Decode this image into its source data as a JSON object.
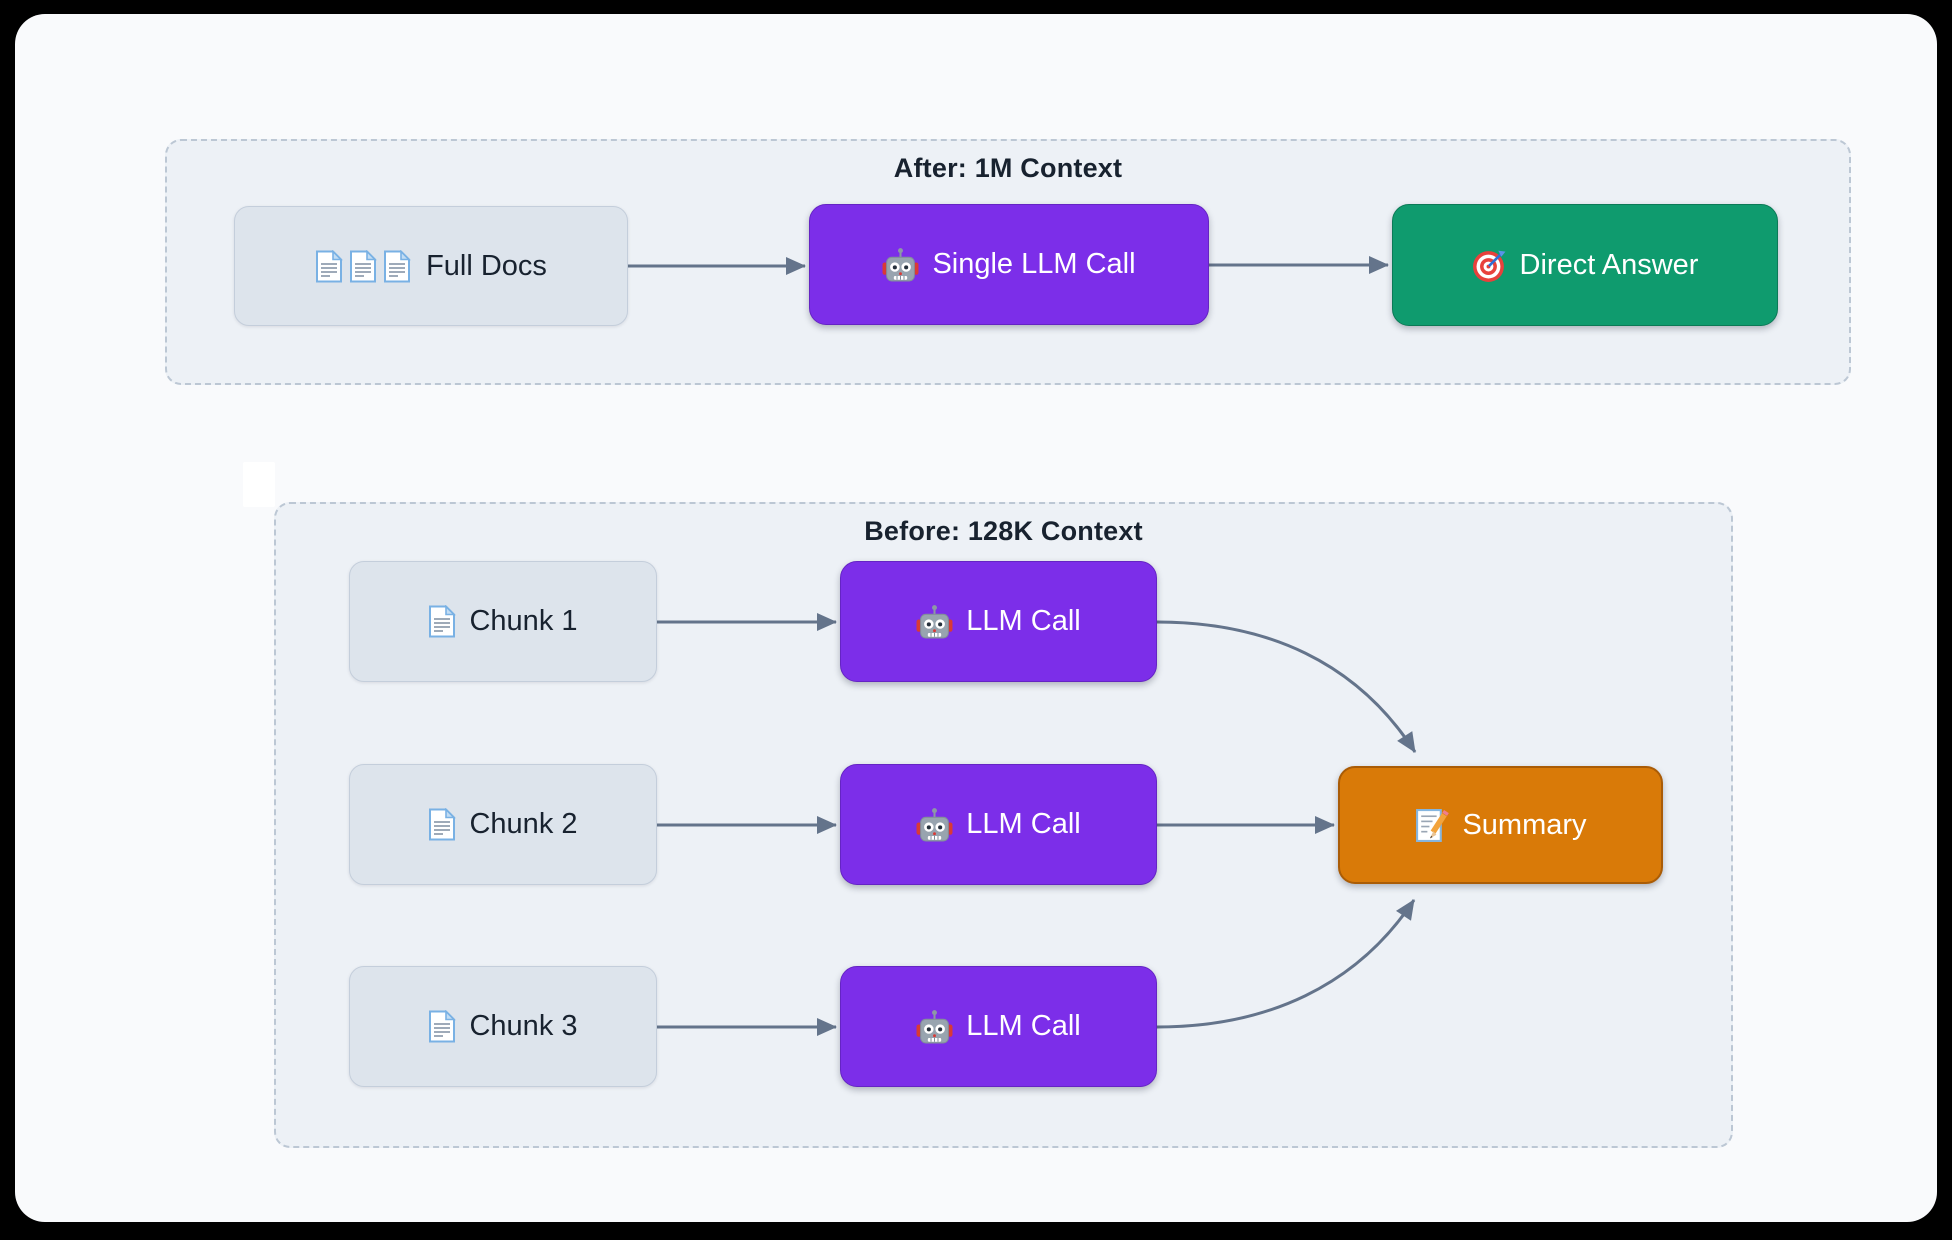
{
  "page": {
    "background": "#000000",
    "card_background": "#f9fafc"
  },
  "colors": {
    "purple_node": "#7c2ee9",
    "green_node": "#0f9b6e",
    "orange_node": "#d97a08",
    "light_node": "#dde4ec",
    "section_fill": "#edf1f6",
    "dashed_border": "#bcc7d4",
    "arrow": "#64748b",
    "title_text": "#18222f"
  },
  "sections": {
    "after": {
      "title": "After: 1M Context",
      "nodes": {
        "full_docs": {
          "label": "Full Docs",
          "icon": "document-icon",
          "icon_count": 3
        },
        "single_llm_call": {
          "label": "Single LLM Call",
          "icon": "robot-icon"
        },
        "direct_answer": {
          "label": "Direct Answer",
          "icon": "target-icon"
        }
      }
    },
    "before": {
      "title": "Before: 128K Context",
      "chunks": [
        {
          "label": "Chunk 1",
          "icon": "document-icon"
        },
        {
          "label": "Chunk 2",
          "icon": "document-icon"
        },
        {
          "label": "Chunk 3",
          "icon": "document-icon"
        }
      ],
      "llm_calls": [
        {
          "label": "LLM Call",
          "icon": "robot-icon"
        },
        {
          "label": "LLM Call",
          "icon": "robot-icon"
        },
        {
          "label": "LLM Call",
          "icon": "robot-icon"
        }
      ],
      "summary": {
        "label": "Summary",
        "icon": "memo-icon"
      }
    }
  }
}
